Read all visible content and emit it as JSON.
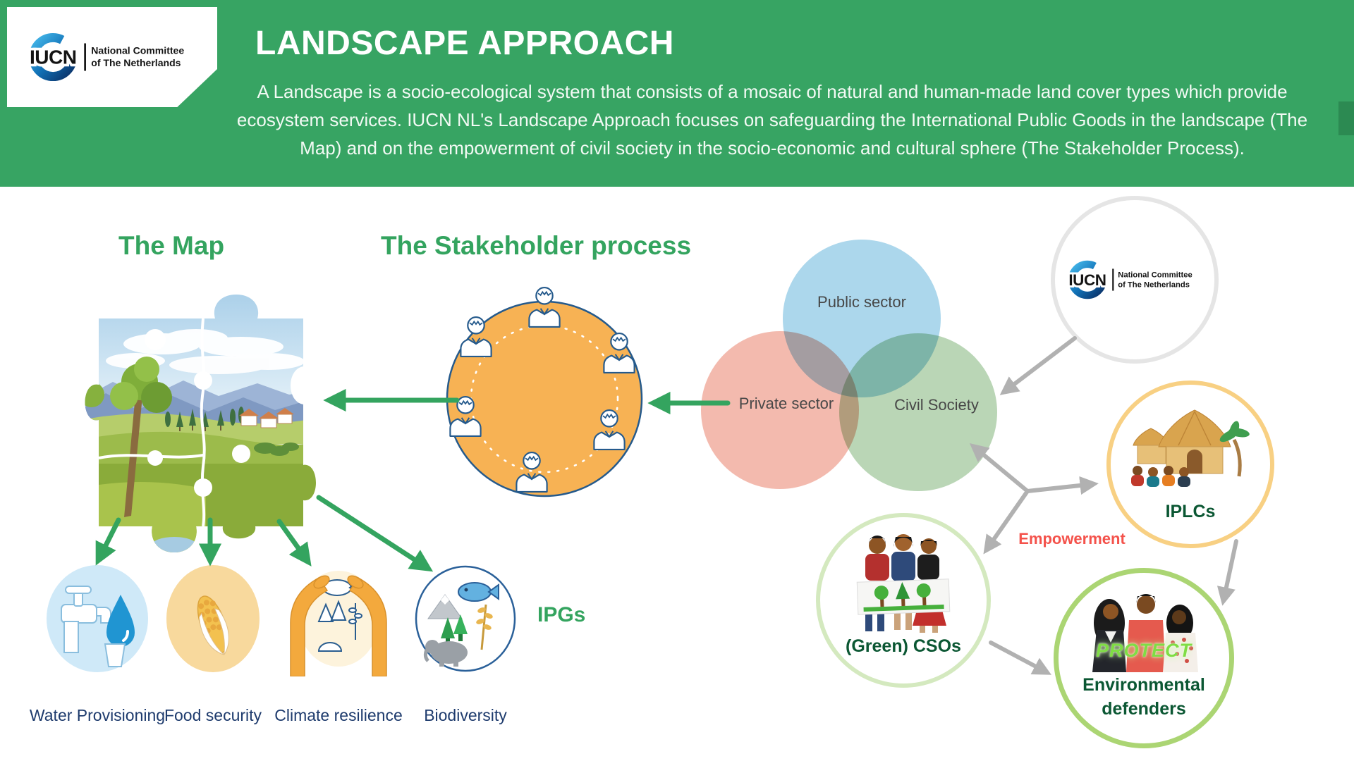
{
  "brand": {
    "acronym": "IUCN",
    "committee_line1": "National Committee",
    "committee_line2": "of The Netherlands"
  },
  "header": {
    "title": "LANDSCAPE APPROACH",
    "description": "A Landscape is a socio-ecological system that consists of a mosaic of natural and human-made land cover types which provide ecosystem services. IUCN NL's Landscape Approach focuses on safeguarding the International Public Goods in the landscape (The Map) and on the empowerment of civil society in the socio-economic and cultural sphere (The Stakeholder Process).",
    "band_color": "#37a463",
    "accent_color": "#2c8a52"
  },
  "sections": {
    "map_heading": "The Map",
    "stakeholder_heading": "The Stakeholder process",
    "ipgs_label": "IPGs"
  },
  "ipg_items": [
    {
      "label": "Water Provisioning",
      "icon": "water-tap-drop-icon"
    },
    {
      "label": "Food security",
      "icon": "corn-icon"
    },
    {
      "label": "Climate resilience",
      "icon": "hands-holding-ecosystem-icon"
    },
    {
      "label": "Biodiversity",
      "icon": "fish-trees-elephant-icon"
    }
  ],
  "venn": {
    "labels": {
      "public": "Public sector",
      "private": "Private sector",
      "civil": "Civil Society"
    },
    "colors": {
      "public": "#a3d3ea",
      "private": "#f2b3a5",
      "civil": "#b2d2ae"
    }
  },
  "network": {
    "empowerment_label": "Empowerment",
    "iplcs_label": "IPLCs",
    "csos_label": "(Green) CSOs",
    "defenders_label_line1": "Environmental",
    "defenders_label_line2": "defenders",
    "protect_label": "PROTECT",
    "label_color": "#0b5733",
    "empowerment_color": "#f4524b"
  },
  "colors": {
    "heading_green": "#34a45f",
    "arrow_green": "#34a45f",
    "arrow_gray": "#b1b1b1",
    "ipg_label_navy": "#1e3b6d",
    "stakeholder_orange": "#f7b254",
    "outline_blue": "#255a8c"
  }
}
